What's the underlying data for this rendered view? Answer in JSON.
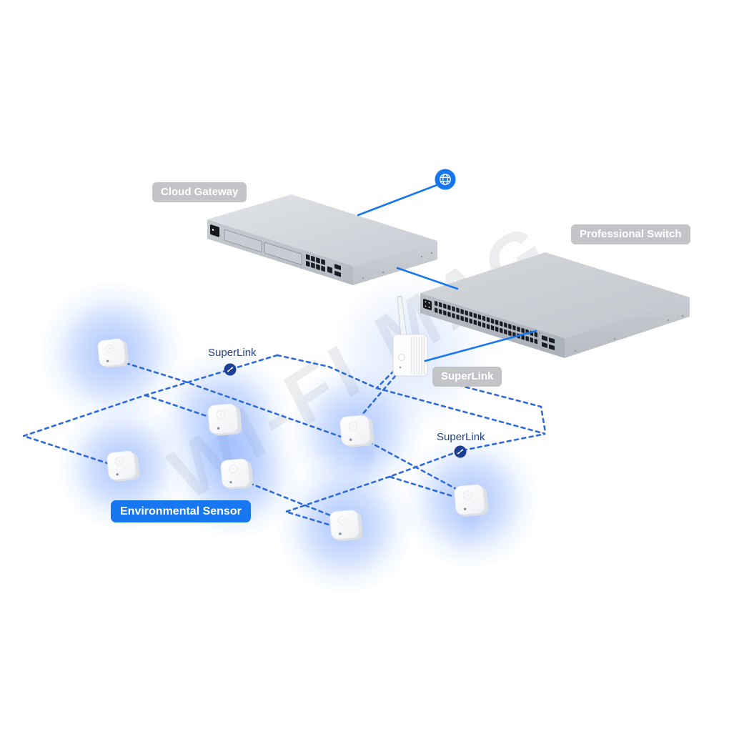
{
  "page": {
    "background": "#ffffff",
    "watermark": "WI-FI MAG"
  },
  "devices": {
    "cloud_gateway": {
      "label": "Cloud Gateway",
      "type": "gateway"
    },
    "professional_switch": {
      "label": "Professional Switch",
      "type": "48-port switch"
    },
    "superlink_bridge": {
      "label": "SuperLink",
      "type": "wireless bridge with antenna"
    },
    "environmental_sensors": {
      "label": "Environmental Sensor",
      "count": 7
    }
  },
  "connections": {
    "internet_icon": "globe-icon",
    "superlink_link_left": "SuperLink",
    "superlink_link_right": "SuperLink",
    "link_icon": "link-icon"
  },
  "colors": {
    "accent_blue": "#1677f0",
    "dashed_line_blue": "#2e6bd8",
    "navy_label_text": "#24437f",
    "link_badge_navy": "#1c3f96",
    "device_label_gray": "#c2c4c7",
    "sensor_glow_blue": "#5a8af8"
  }
}
